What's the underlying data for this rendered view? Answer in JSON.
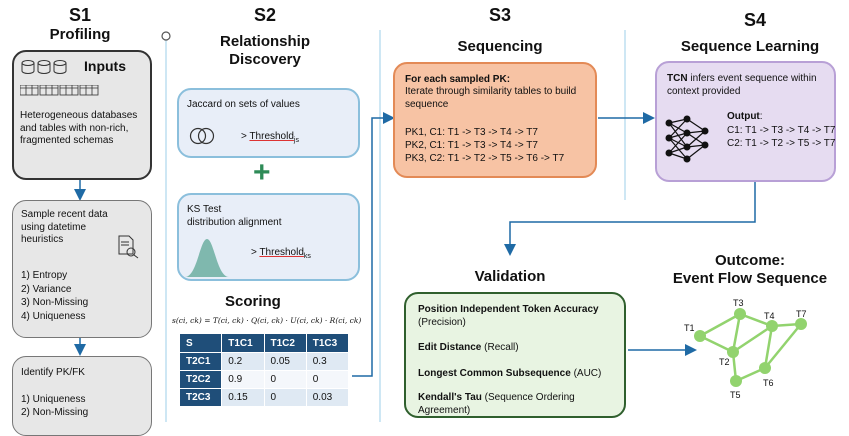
{
  "s1": {
    "step": "S1",
    "title": "Profiling",
    "inputs_title": "Inputs",
    "inputs_text": "Heterogeneous databases and tables with non-rich, fragmented schemas",
    "sample_text": "Sample recent data using datetime heuristics",
    "sample_list": [
      "1)  Entropy",
      "2)  Variance",
      "3)  Non-Missing",
      "4)  Uniqueness"
    ],
    "identify_text": "Identify PK/FK",
    "identify_list": [
      "1)  Uniqueness",
      "2)  Non-Missing"
    ]
  },
  "s2": {
    "step": "S2",
    "title_line1": "Relationship",
    "title_line2": "Discovery",
    "jaccard_text": "Jaccard on sets of values",
    "jaccard_threshold": "Threshold",
    "jaccard_sub": "js",
    "ks_line1": "KS Test",
    "ks_line2": "distribution alignment",
    "ks_threshold": "Threshold",
    "ks_sub": "ks",
    "plus": "+",
    "scoring_title": "Scoring",
    "formula": "s(ci, ck) = T(ci, ck) · Q(ci, ck) · U(ci, ck) · R(ci, ck)",
    "table_header": [
      "S",
      "T1C1",
      "T1C2",
      "T1C3"
    ],
    "table_rows": [
      {
        "label": "T2C1",
        "values": [
          "0.2",
          "0.05",
          "0.3"
        ]
      },
      {
        "label": "T2C2",
        "values": [
          "0.9",
          "0",
          "0"
        ]
      },
      {
        "label": "T2C3",
        "values": [
          "0.15",
          "0",
          "0.03"
        ]
      }
    ]
  },
  "s3": {
    "step": "S3",
    "title": "Sequencing",
    "pk_title": "For each sampled PK:",
    "pk_desc": "Iterate through similarity tables to build sequence",
    "seq_lines": [
      "PK1, C1: T1 -> T3 -> T4 -> T7",
      "PK2, C1: T1 -> T3 -> T4 -> T7",
      "PK3, C2: T1 -> T2 -> T5 -> T6 -> T7"
    ]
  },
  "s4": {
    "step": "S4",
    "title": "Sequence Learning",
    "tcn_bold": "TCN",
    "tcn_text": " infers event sequence within context provided",
    "output_label": "Output",
    "output_lines": [
      "C1: T1 -> T3 -> T4 -> T7",
      "C2: T1 -> T2 -> T5 -> T7"
    ]
  },
  "validation": {
    "title": "Validation",
    "items": [
      {
        "bold": "Position Independent Token Accuracy",
        "rest": "(Precision)"
      },
      {
        "bold": "Edit Distance",
        "rest": " (Recall)"
      },
      {
        "bold": "Longest Common Subsequence",
        "rest": " (AUC)"
      },
      {
        "bold": "Kendall's Tau",
        "rest": " (Sequence Ordering Agreement)"
      }
    ]
  },
  "outcome": {
    "title_line1": "Outcome:",
    "title_line2": "Event Flow Sequence",
    "nodes": [
      "T1",
      "T2",
      "T3",
      "T4",
      "T5",
      "T6",
      "T7"
    ]
  },
  "colors": {
    "line_blue": "#1f6aa5",
    "node_green": "#92d36e",
    "header_navy": "#1f4e79"
  }
}
